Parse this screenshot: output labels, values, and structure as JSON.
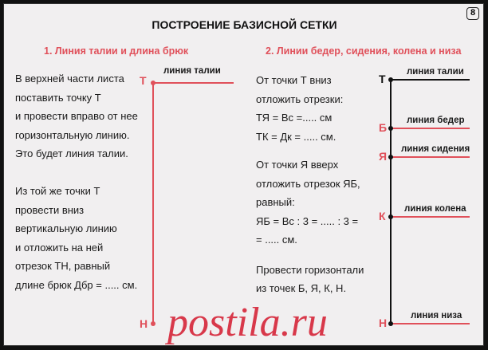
{
  "title": "ПОСТРОЕНИЕ БАЗИСНОЙ СЕТКИ",
  "page_number": "8",
  "section1": {
    "heading": "1. Линия талии и длина брюк",
    "lines": [
      "В верхней части листа",
      "поставить точку Т",
      "и провести вправо от нее",
      "горизонтальную линию.",
      "Это будет линия талии.",
      "",
      "Из той же точки Т",
      "провести вниз",
      "вертикальную линию",
      "и отложить на ней",
      "отрезок ТН, равный",
      "длине брюк Дбр = ..... см."
    ],
    "diagram": {
      "point_top": "Т",
      "point_bottom": "Н",
      "waist_label": "линия талии"
    }
  },
  "section2": {
    "heading": "2. Линии бедер, сидения, колена и низа",
    "lines": [
      "От точки Т вниз",
      "отложить отрезки:",
      "ТЯ = Вс =..... см",
      "ТК = Дк = ..... см.",
      "",
      "От точки Я вверх",
      "отложить отрезок ЯБ,",
      "равный:",
      "ЯБ = Вс : 3 = ..... : 3 =",
      "= ..... см.",
      "",
      "Провести горизонтали",
      "из точек Б, Я, К, Н."
    ],
    "diagram": {
      "points": [
        {
          "letter": "Т",
          "label": "линия талии",
          "color": "#111111"
        },
        {
          "letter": "Б",
          "label": "линия бедер",
          "color": "#e0505a"
        },
        {
          "letter": "Я",
          "label": "линия сидения",
          "color": "#e0505a"
        },
        {
          "letter": "К",
          "label": "линия колена",
          "color": "#e0505a"
        },
        {
          "letter": "Н",
          "label": "линия низа",
          "color": "#e0505a"
        }
      ]
    }
  },
  "watermark": "postila.ru"
}
